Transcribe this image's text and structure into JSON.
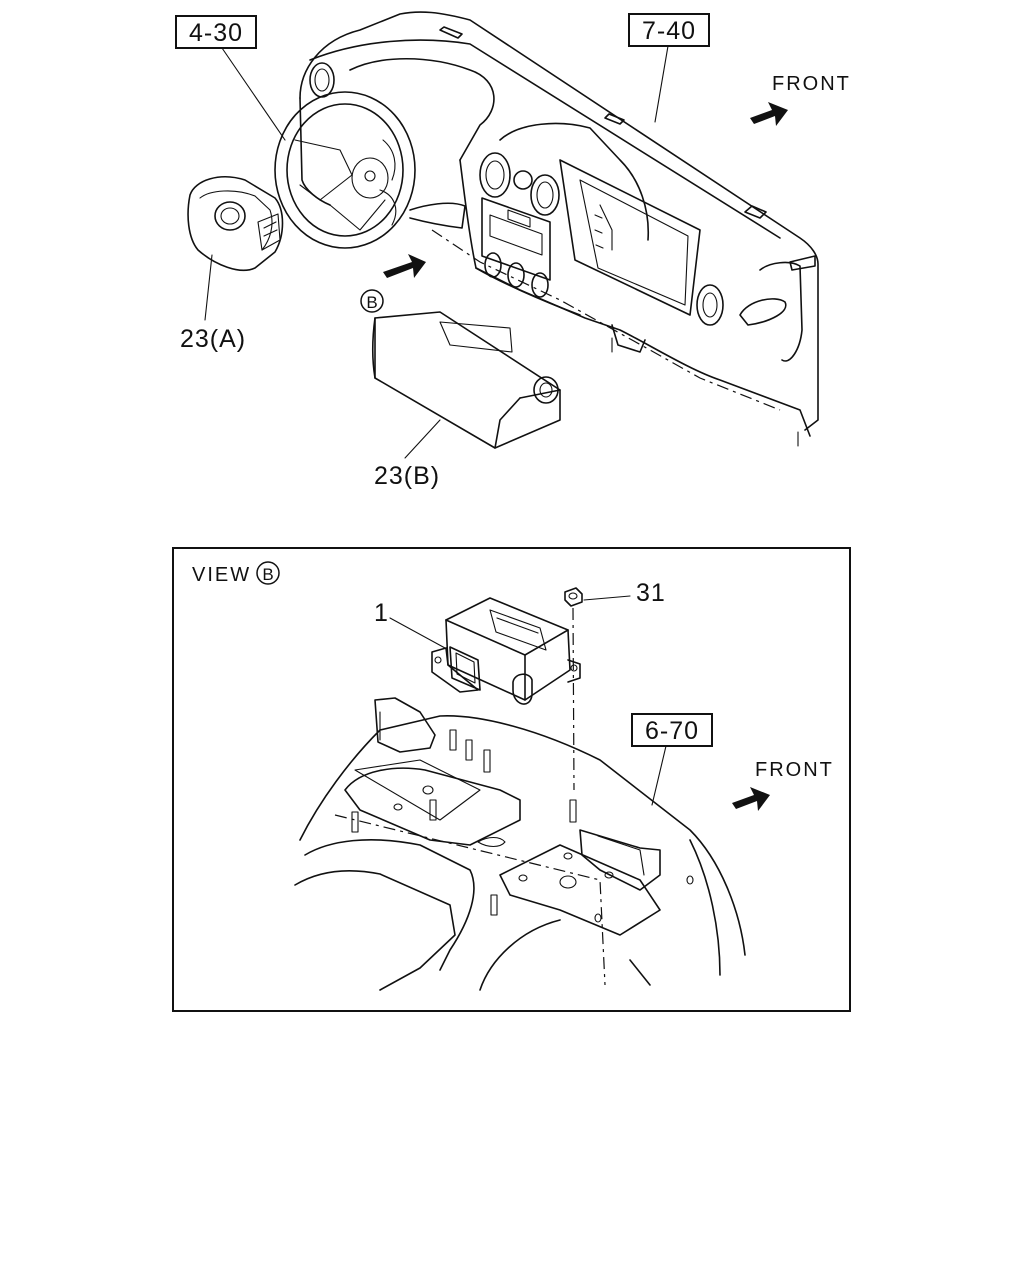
{
  "top_diagram": {
    "ref_steering": "4-30",
    "ref_dashboard": "7-40",
    "front_label": "FRONT",
    "view_marker": "B",
    "part_airbag_driver": "23(A)",
    "part_airbag_passenger": "23(B)"
  },
  "view_panel": {
    "view_word": "VIEW",
    "view_marker": "B",
    "part_sensor": "1",
    "part_nut": "31",
    "ref_floor": "6-70",
    "front_label": "FRONT"
  }
}
